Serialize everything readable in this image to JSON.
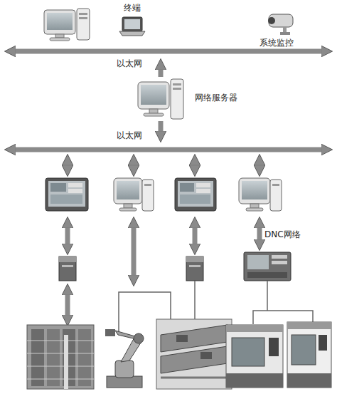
{
  "diagram": {
    "nodes": [
      {
        "text": [
          "终端"
        ]
      },
      {
        "text": [
          "系统监控"
        ]
      },
      {
        "text": [
          "以太网"
        ]
      },
      {
        "text": [
          "网络服务器"
        ]
      },
      {
        "text": [
          "以太网"
        ]
      }
    ],
    "edges": [
      {
        "from": 3,
        "to": 2,
        "arrow": "to"
      },
      {
        "from": 3,
        "to": 4,
        "arrow": "to"
      }
    ],
    "labels": [
      "DNC网络"
    ]
  }
}
